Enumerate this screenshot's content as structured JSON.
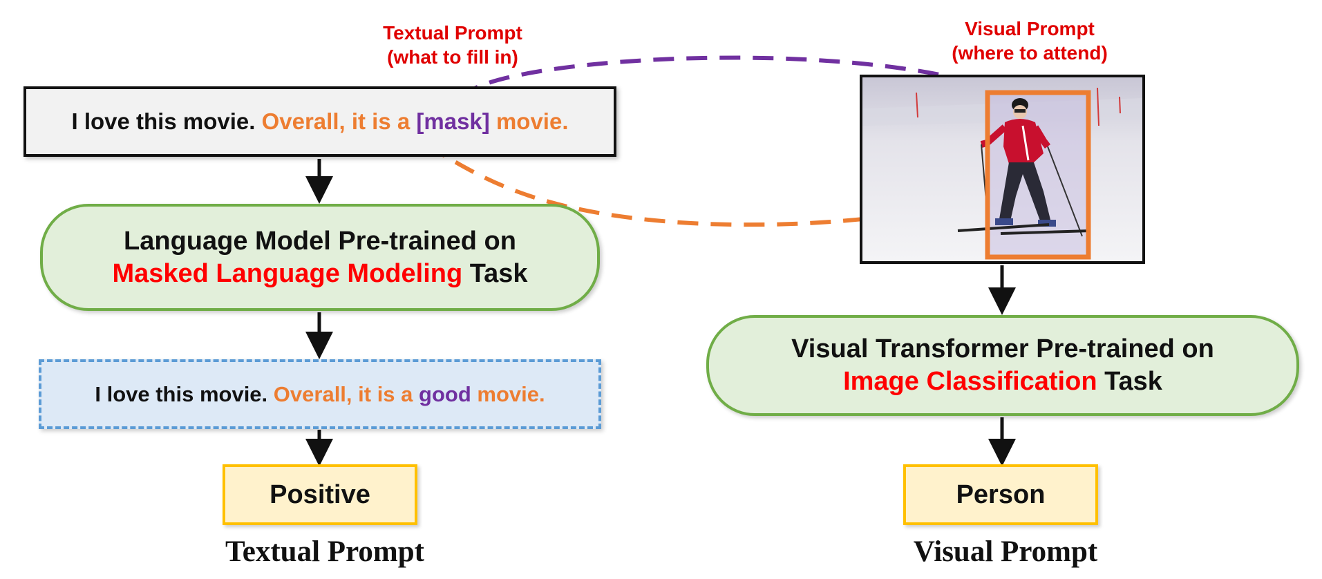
{
  "annotations": {
    "textual_prompt": "Textual Prompt\n(what to fill in)",
    "visual_prompt": "Visual Prompt\n(where to attend)"
  },
  "input_sentence": {
    "plain": "I love this movie.",
    "prompt_start": "Overall, it is a",
    "mask": "[mask]",
    "prompt_end": "movie."
  },
  "language_model": {
    "line1": "Language Model Pre-trained on",
    "task_highlight": "Masked Language Modeling",
    "task_suffix": "Task"
  },
  "filled_sentence": {
    "plain": "I love this movie.",
    "prompt_start": "Overall, it is a",
    "answer": "good",
    "prompt_end": "movie."
  },
  "textual_output": "Positive",
  "visual_model": {
    "line1": "Visual Transformer Pre-trained on",
    "task_highlight": "Image Classification",
    "task_suffix": "Task"
  },
  "visual_output": "Person",
  "captions": {
    "left": "Textual Prompt",
    "right": "Visual Prompt"
  },
  "colors": {
    "prompt_orange": "#ed7d31",
    "mask_purple": "#7030a0",
    "task_red": "#ff0000",
    "model_green": "#70ad47",
    "model_fill": "#e2efda",
    "filled_blue": "#5b9bd5",
    "label_gold": "#ffc000"
  }
}
